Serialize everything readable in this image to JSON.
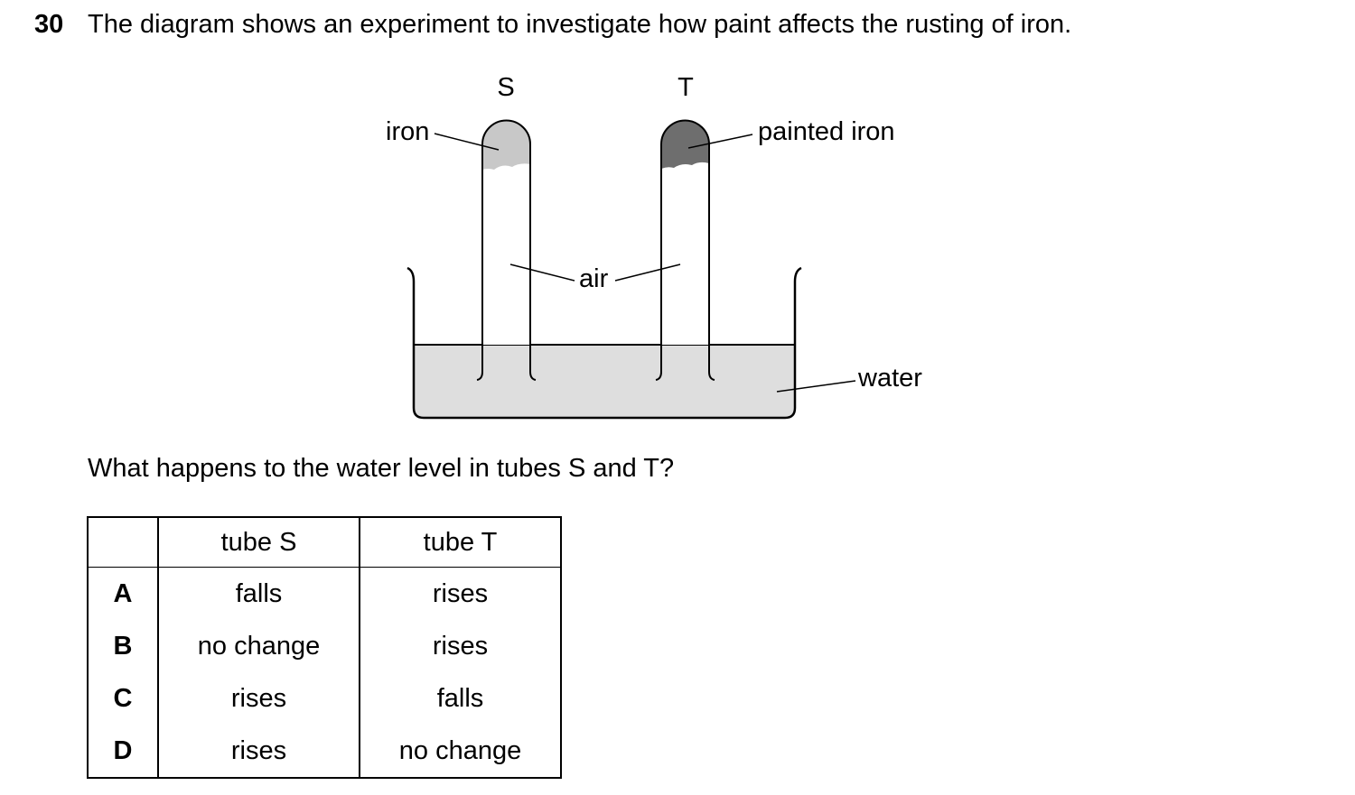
{
  "question": {
    "number": "30",
    "text": "The diagram shows an experiment to investigate how paint affects the rusting of iron."
  },
  "diagram": {
    "tube_s_label": "S",
    "tube_t_label": "T",
    "iron_label": "iron",
    "painted_iron_label": "painted iron",
    "air_label": "air",
    "water_label": "water"
  },
  "question2": "What happens to the water level in tubes S and T?",
  "table": {
    "headers": [
      "",
      "tube S",
      "tube T"
    ],
    "rows": [
      {
        "option": "A",
        "tube_s": "falls",
        "tube_t": "rises"
      },
      {
        "option": "B",
        "tube_s": "no change",
        "tube_t": "rises"
      },
      {
        "option": "C",
        "tube_s": "rises",
        "tube_t": "falls"
      },
      {
        "option": "D",
        "tube_s": "rises",
        "tube_t": "no change"
      }
    ]
  }
}
